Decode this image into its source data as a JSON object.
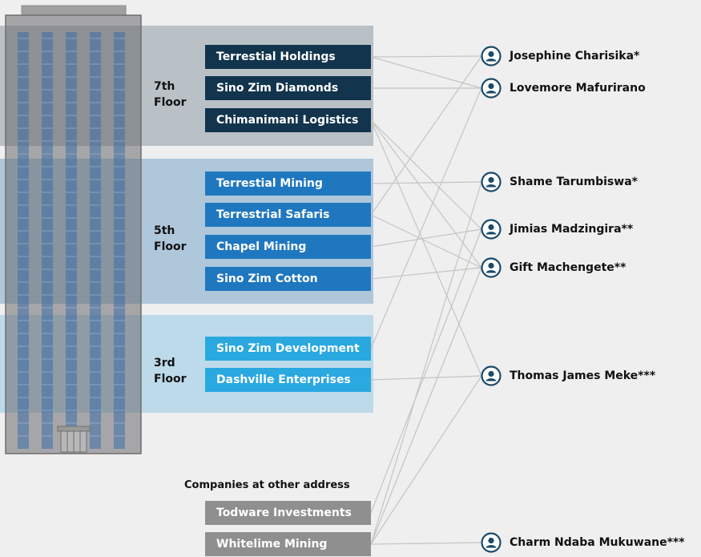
{
  "floors": [
    {
      "label": "7th\nFloor",
      "companies": [
        "Terrestial Holdings",
        "Sino Zim Diamonds",
        "Chimanimani Logistics"
      ]
    },
    {
      "label": "5th\nFloor",
      "companies": [
        "Terrestial Mining",
        "Terrestrial Safaris",
        "Chapel Mining",
        "Sino Zim Cotton"
      ]
    },
    {
      "label": "3rd\nFloor",
      "companies": [
        "Sino Zim Development",
        "Dashville Enterprises"
      ]
    }
  ],
  "other": {
    "title": "Companies at other address",
    "companies": [
      "Todware Investments",
      "Whitelime Mining"
    ]
  },
  "people": [
    "Josephine Charisika*",
    "Lovemore Mafurirano",
    "Shame Tarumbiswa*",
    "Jimias Madzingira**",
    "Gift Machengete**",
    "Thomas James Meke***",
    "Charm Ndaba Mukuwane***"
  ],
  "links": [
    [
      "Terrestial Holdings",
      "Josephine Charisika*"
    ],
    [
      "Terrestial Holdings",
      "Lovemore Mafurirano"
    ],
    [
      "Sino Zim Diamonds",
      "Lovemore Mafurirano"
    ],
    [
      "Chimanimani Logistics",
      "Jimias Madzingira**"
    ],
    [
      "Chimanimani Logistics",
      "Gift Machengete**"
    ],
    [
      "Chimanimani Logistics",
      "Thomas James Meke***"
    ],
    [
      "Terrestial Mining",
      "Shame Tarumbiswa*"
    ],
    [
      "Terrestrial Safaris",
      "Josephine Charisika*"
    ],
    [
      "Terrestrial Safaris",
      "Gift Machengete**"
    ],
    [
      "Chapel Mining",
      "Jimias Madzingira**"
    ],
    [
      "Sino Zim Cotton",
      "Gift Machengete**"
    ],
    [
      "Sino Zim Development",
      "Lovemore Mafurirano"
    ],
    [
      "Dashville Enterprises",
      "Thomas James Meke***"
    ],
    [
      "Todware Investments",
      "Jimias Madzingira**"
    ],
    [
      "Whitelime Mining",
      "Shame Tarumbiswa*"
    ],
    [
      "Whitelime Mining",
      "Gift Machengete**"
    ],
    [
      "Whitelime Mining",
      "Thomas James Meke***"
    ],
    [
      "Whitelime Mining",
      "Charm Ndaba Mukuwane***"
    ]
  ],
  "colors": {
    "floor7_company": "#12344d",
    "floor5_company": "#1f77c0",
    "floor3_company": "#2aa8e0",
    "other_company": "#8f8f8f",
    "person_icon": "#1b4a6b",
    "link_line": "#c4c4c4"
  }
}
